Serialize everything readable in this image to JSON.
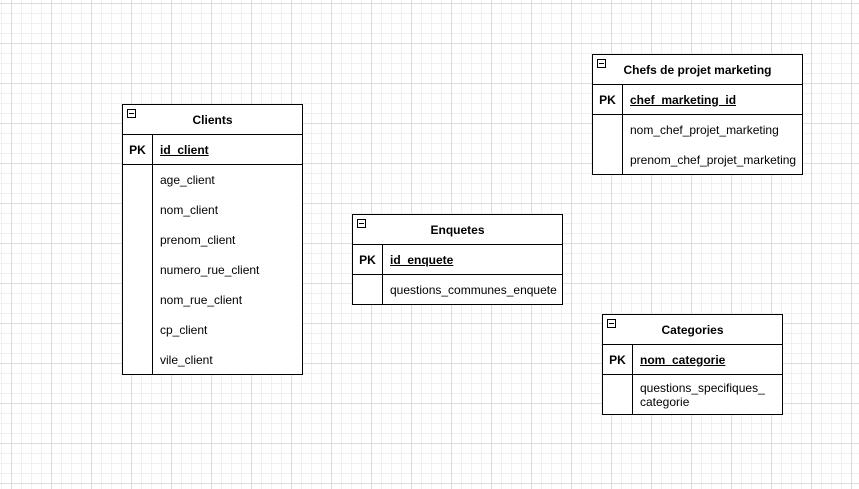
{
  "entities": {
    "clients": {
      "title": "Clients",
      "pk_label": "PK",
      "pk": "id_client",
      "attributes": [
        "age_client",
        "nom_client",
        "prenom_client",
        "numero_rue_client",
        "nom_rue_client",
        "cp_client",
        "vile_client"
      ]
    },
    "enquetes": {
      "title": "Enquetes",
      "pk_label": "PK",
      "pk": "id_enquete",
      "attributes": [
        "questions_communes_enquete"
      ]
    },
    "chefs": {
      "title": "Chefs de projet marketing",
      "pk_label": "PK",
      "pk": "chef_marketing_id",
      "attributes": [
        "nom_chef_projet_marketing",
        "prenom_chef_projet_marketing"
      ]
    },
    "categories": {
      "title": "Categories",
      "pk_label": "PK",
      "pk": "nom_categorie",
      "attributes": [
        "questions_specifiques_ categorie"
      ]
    }
  }
}
